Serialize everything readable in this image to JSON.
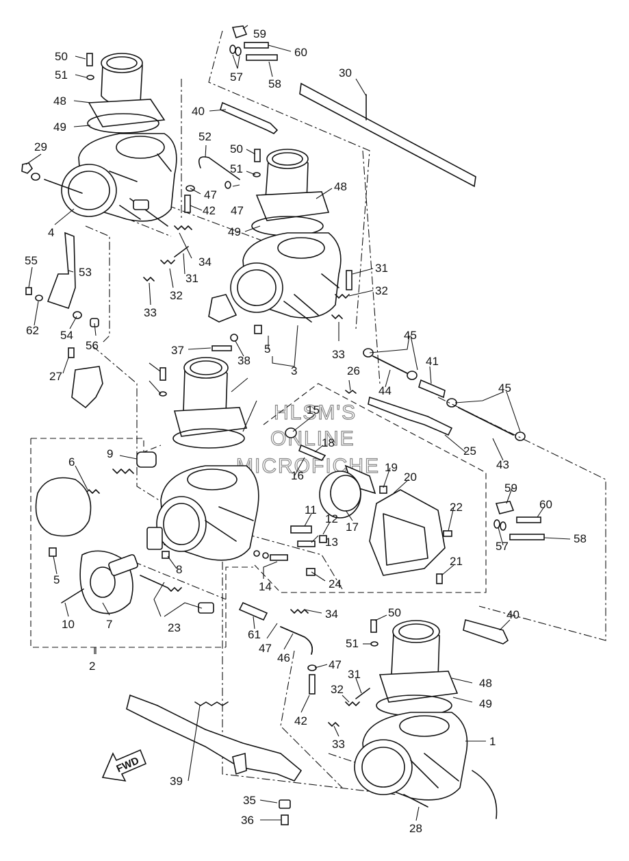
{
  "diagram": {
    "watermark_lines": [
      "HLSM'S",
      "ONLINE",
      "MICROFICHE"
    ],
    "direction_label": "FWD",
    "callouts": [
      "50",
      "51",
      "48",
      "49",
      "29",
      "4",
      "55",
      "53",
      "62",
      "54",
      "56",
      "27",
      "52",
      "47",
      "42",
      "34",
      "31",
      "32",
      "33",
      "59",
      "60",
      "57",
      "58",
      "40",
      "30",
      "37",
      "38",
      "5",
      "3",
      "45",
      "44",
      "41",
      "26",
      "43",
      "25",
      "15",
      "18",
      "16",
      "19",
      "20",
      "17",
      "22",
      "21",
      "9",
      "6",
      "8",
      "7",
      "10",
      "11",
      "12",
      "13",
      "14",
      "24",
      "23",
      "61",
      "46",
      "2",
      "39",
      "35",
      "36",
      "28",
      "1"
    ]
  }
}
